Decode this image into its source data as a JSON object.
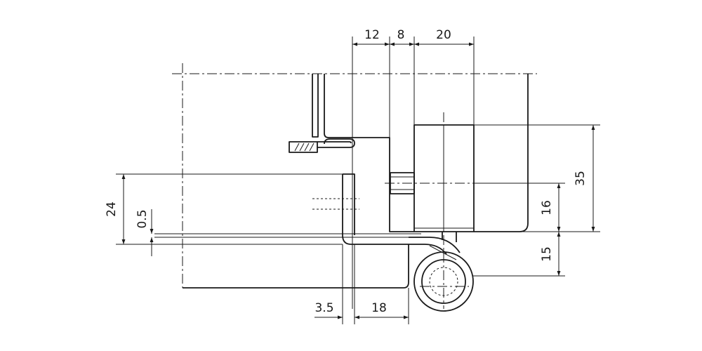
{
  "drawing": {
    "dimensions": {
      "top_left": "12",
      "top_middle": "8",
      "top_right": "20",
      "right_outer": "35",
      "right_upper": "16",
      "right_lower": "15",
      "left_outer": "24",
      "left_gap": "0.5",
      "bottom_left": "3.5",
      "bottom_right": "18"
    }
  }
}
